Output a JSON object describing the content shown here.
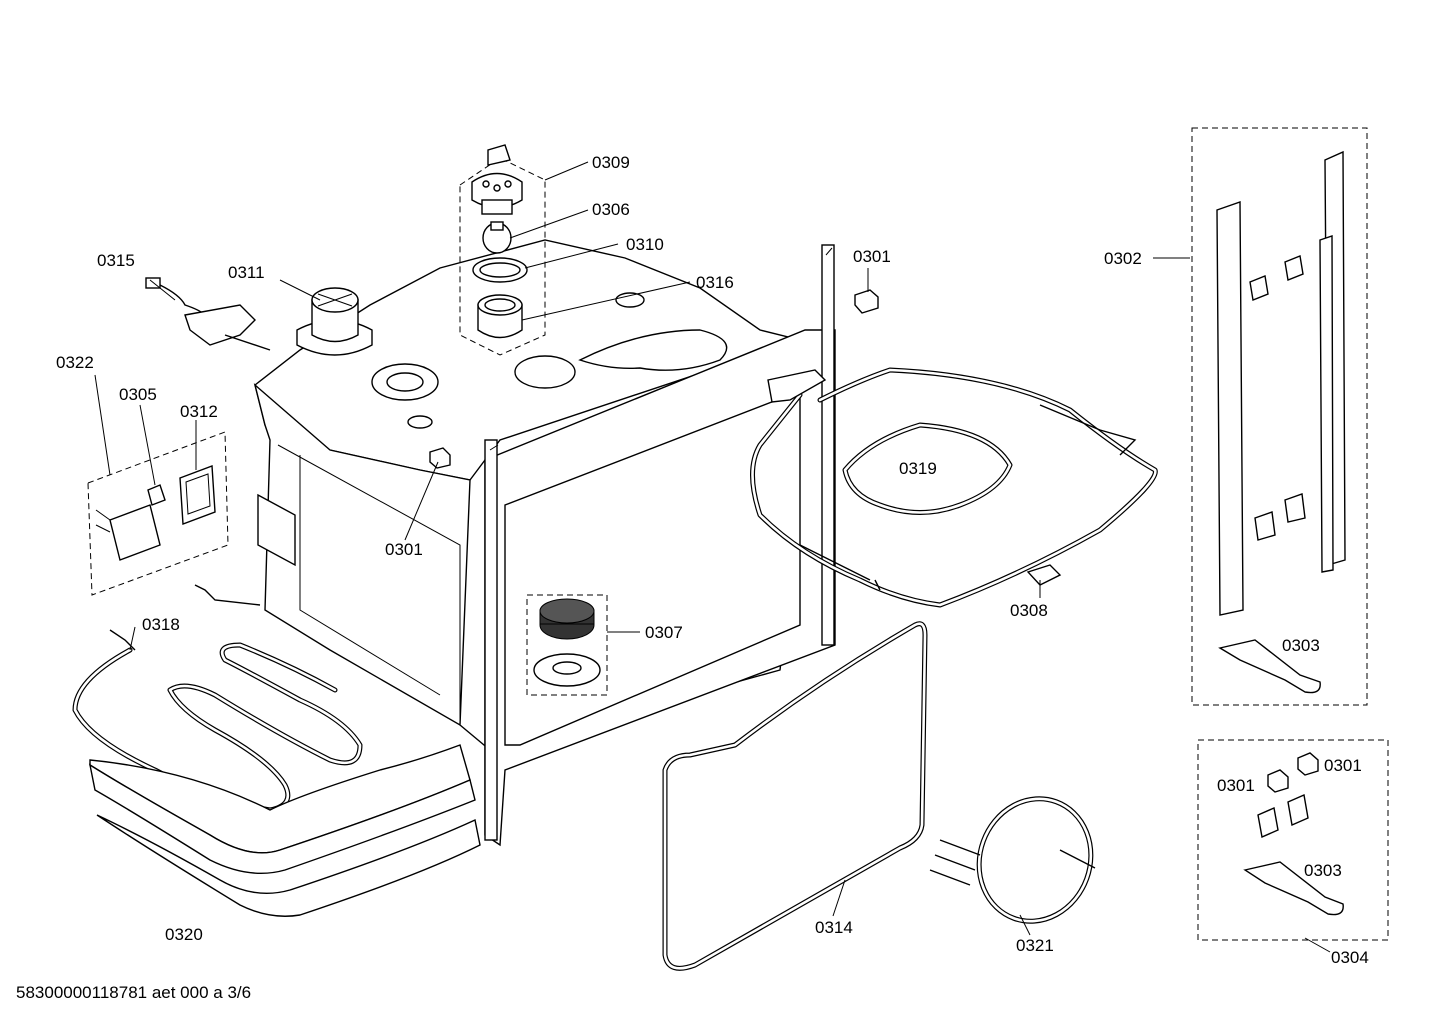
{
  "labels": {
    "l0309": "0309",
    "l0306": "0306",
    "l0310": "0310",
    "l0316": "0316",
    "l0315": "0315",
    "l0311": "0311",
    "l0301_top": "0301",
    "l0302": "0302",
    "l0322": "0322",
    "l0305": "0305",
    "l0312": "0312",
    "l0319": "0319",
    "l0301_mid": "0301",
    "l0308": "0308",
    "l0318": "0318",
    "l0307": "0307",
    "l0303_upper": "0303",
    "l0301_right_b": "0301",
    "l0301_right_a": "0301",
    "l0303_lower": "0303",
    "l0320": "0320",
    "l0314": "0314",
    "l0321": "0321",
    "l0304": "0304"
  },
  "footer": {
    "doc_id": "58300000118781 aet 000 a 3/6"
  }
}
